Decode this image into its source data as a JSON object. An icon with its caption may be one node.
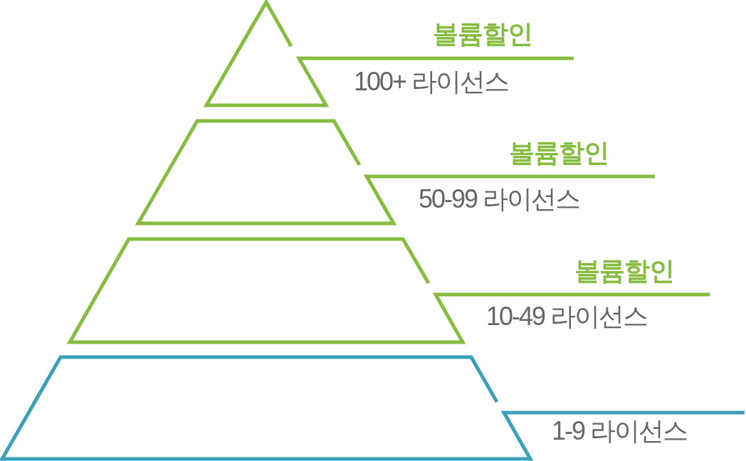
{
  "diagram": {
    "nodes": [
      {
        "text": [
          "볼륨할인",
          "100+ 라이선스"
        ]
      },
      {
        "text": [
          "볼륨할인",
          "50-99 라이선스"
        ]
      },
      {
        "text": [
          "볼륨할인",
          "10-49 라이선스"
        ]
      },
      {
        "text": [
          "1-9 라이선스"
        ]
      }
    ]
  }
}
